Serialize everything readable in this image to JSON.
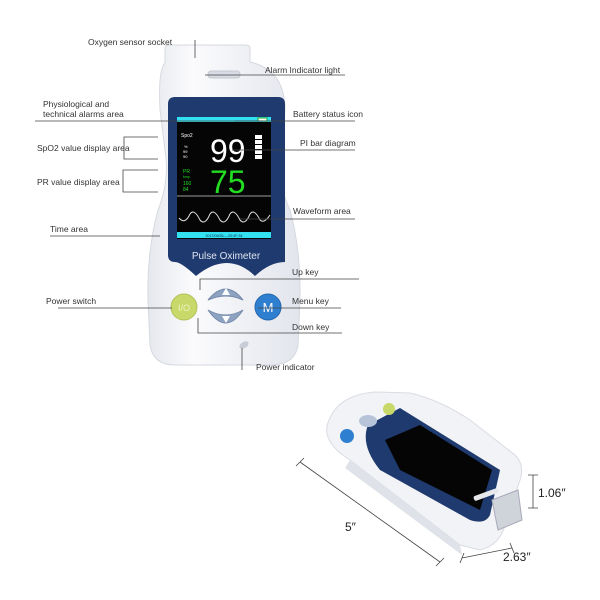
{
  "labels": {
    "oxygen_socket": "Oxygen sensor socket",
    "alarm_light": "Alarm Indicator light",
    "alarms_area_1": "Physiological and",
    "alarms_area_2": "technical alarms area",
    "battery_icon": "Battery status icon",
    "spo2_area": "SpO2 value display area",
    "pi_bar": "PI bar diagram",
    "pr_area": "PR value display area",
    "waveform_area": "Waveform area",
    "time_area": "Time area",
    "up_key": "Up key",
    "power_switch": "Power switch",
    "menu_key": "Menu key",
    "down_key": "Down key",
    "power_indicator": "Power indicator"
  },
  "device": {
    "brand_text": "Pulse Oximeter",
    "screen": {
      "spo2_label": "Spo2",
      "spo2_unit": "%",
      "spo2_high": "99",
      "spo2_low": "90",
      "spo2_value": "99",
      "pr_label": "PR",
      "pr_unit": "bmp",
      "pr_high": "160",
      "pr_low": "84",
      "pr_value": "75",
      "datetime": "2017/09/26----20:4F:34"
    },
    "power_button": "I/O",
    "menu_button": "M"
  },
  "dimensions": {
    "length": "5″",
    "height": "1.06″",
    "width": "2.63″"
  },
  "colors": {
    "screen_frame": "#1f3a6e",
    "status_bar": "#33e0f0",
    "pr_green": "#22dd22",
    "power_button": "#c8d96a",
    "menu_button": "#2f7fd0",
    "arrow_keys": "#8ea3c2"
  }
}
